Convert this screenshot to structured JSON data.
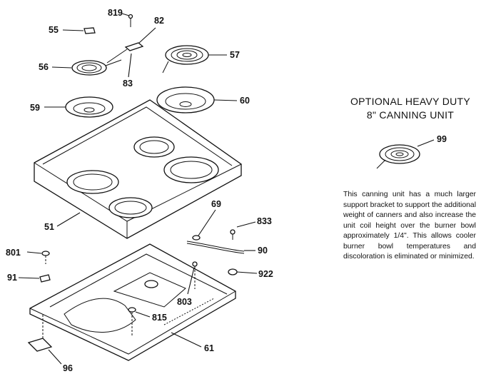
{
  "callouts": {
    "c819": "819",
    "c82": "82",
    "c55": "55",
    "c56": "56",
    "c83": "83",
    "c57": "57",
    "c59": "59",
    "c60": "60",
    "c51": "51",
    "c69": "69",
    "c833": "833",
    "c801": "801",
    "c90": "90",
    "c91": "91",
    "c922": "922",
    "c803": "803",
    "c815": "815",
    "c61": "61",
    "c96": "96",
    "c99": "99"
  },
  "optional_unit": {
    "title_line1": "OPTIONAL HEAVY DUTY",
    "title_line2": "8\" CANNING UNIT",
    "description": "This canning unit has a much larger support bracket to support the additional weight of canners and also increase the unit coil height over the burner bowl approximately 1/4\". This allows cooler burner bowl temperatures and discoloration is eliminated or minimized."
  }
}
